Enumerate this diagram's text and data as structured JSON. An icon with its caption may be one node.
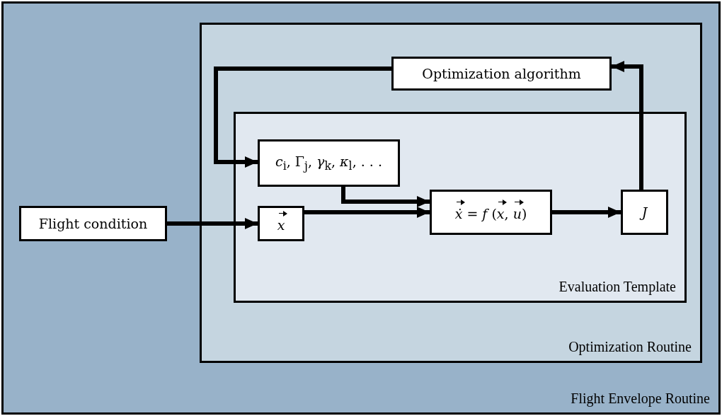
{
  "diagram": {
    "nodes": [
      {
        "text": [
          "Flight Envelope Routine"
        ]
      },
      {
        "text": [
          "Optimization Routine"
        ],
        "in": 0
      },
      {
        "text": [
          "Evaluation Template"
        ],
        "in": 1
      },
      {
        "text": [
          "Flight condition"
        ],
        "in": 0
      },
      {
        "text": [
          "Optimization algorithm"
        ],
        "in": 1
      },
      {
        "text": [
          "*c*$_{i}$, Γ$_{j}$, *γ*$_{k}$, *κ*$_{l}$, . . ."
        ],
        "in": 2
      },
      {
        "text": [
          "*x⃗*"
        ],
        "in": 2
      },
      {
        "text": [
          "*ẋ⃗* = *f* (*x⃗*, *u⃗*)"
        ],
        "in": 2
      },
      {
        "text": [
          "*J*"
        ],
        "in": 2
      }
    ],
    "edges": [
      {
        "from": 3,
        "to": 6,
        "arrow": "to"
      },
      {
        "from": 4,
        "to": 5,
        "arrow": "to"
      },
      {
        "from": 5,
        "to": 7,
        "arrow": "to"
      },
      {
        "from": 6,
        "to": 7,
        "arrow": "to"
      },
      {
        "from": 7,
        "to": 8,
        "arrow": "to"
      },
      {
        "from": 8,
        "to": 4,
        "arrow": "to"
      }
    ]
  }
}
